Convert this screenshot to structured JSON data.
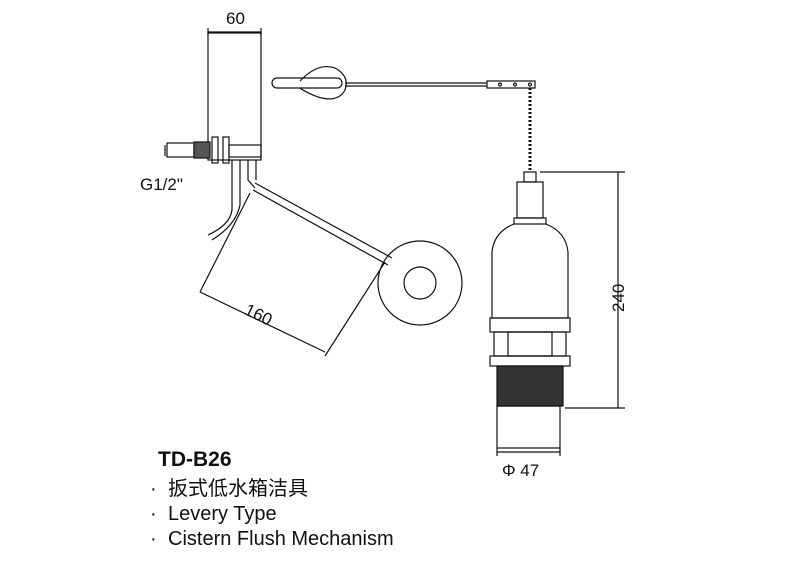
{
  "dimensions": {
    "width_top": "60",
    "inlet_thread": "G1/2\"",
    "arm_length": "160",
    "height": "240",
    "diameter": "Φ 47"
  },
  "caption": {
    "model": "TD-B26",
    "bullet": "·",
    "lines": [
      "扳式低水箱洁具",
      "Levery Type",
      "Cistern Flush Mechanism"
    ]
  }
}
